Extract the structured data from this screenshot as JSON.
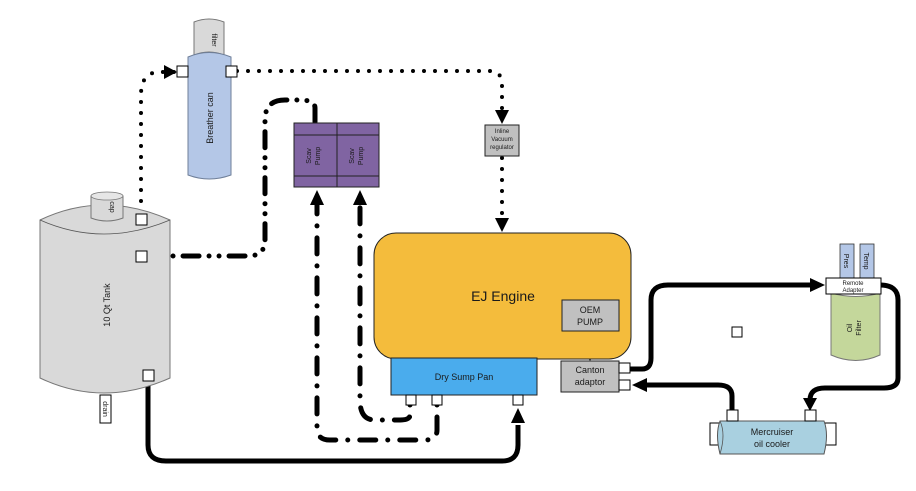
{
  "components": {
    "breather_can": {
      "label": "Breather can",
      "filter_label": "filter",
      "color": "#b4c7e7"
    },
    "tank": {
      "label": "10 Qt Tank",
      "cap_label": "cap",
      "drain_label": "drain",
      "color": "#d9d9d9"
    },
    "scav_pump_1": {
      "label_line1": "Scav",
      "label_line2": "Pump",
      "color": "#8064a2"
    },
    "scav_pump_2": {
      "label_line1": "Scav",
      "label_line2": "Pump",
      "color": "#8064a2"
    },
    "vacuum_regulator": {
      "label_line1": "Inline",
      "label_line2": "Vacuum",
      "label_line3": "regulator",
      "color": "#bfbfbf"
    },
    "engine": {
      "label": "EJ Engine",
      "color": "#f4bc3c"
    },
    "oem_pump": {
      "label_line1": "OEM",
      "label_line2": "PUMP",
      "color": "#bfbfbf"
    },
    "dry_sump_pan": {
      "label": "Dry Sump Pan",
      "color": "#4aaced"
    },
    "canton_adaptor": {
      "label_line1": "Canton",
      "label_line2": "adaptor",
      "color": "#bfbfbf"
    },
    "remote_adapter": {
      "label_line1": "Remote",
      "label_line2": "Adapter"
    },
    "pres_sensor": {
      "label": "Pres",
      "color": "#b4c7e7"
    },
    "temp_sensor": {
      "label": "Temp",
      "color": "#b4c7e7"
    },
    "oil_filter": {
      "label_line1": "Oil",
      "label_line2": "Filter",
      "color": "#c4d79b"
    },
    "oil_cooler": {
      "label_line1": "Mercruiser",
      "label_line2": "oil cooler",
      "color": "#a9d0e0"
    }
  },
  "lines": {
    "vent": "dotted",
    "scavenge": "dash-dot",
    "pressure": "solid"
  }
}
